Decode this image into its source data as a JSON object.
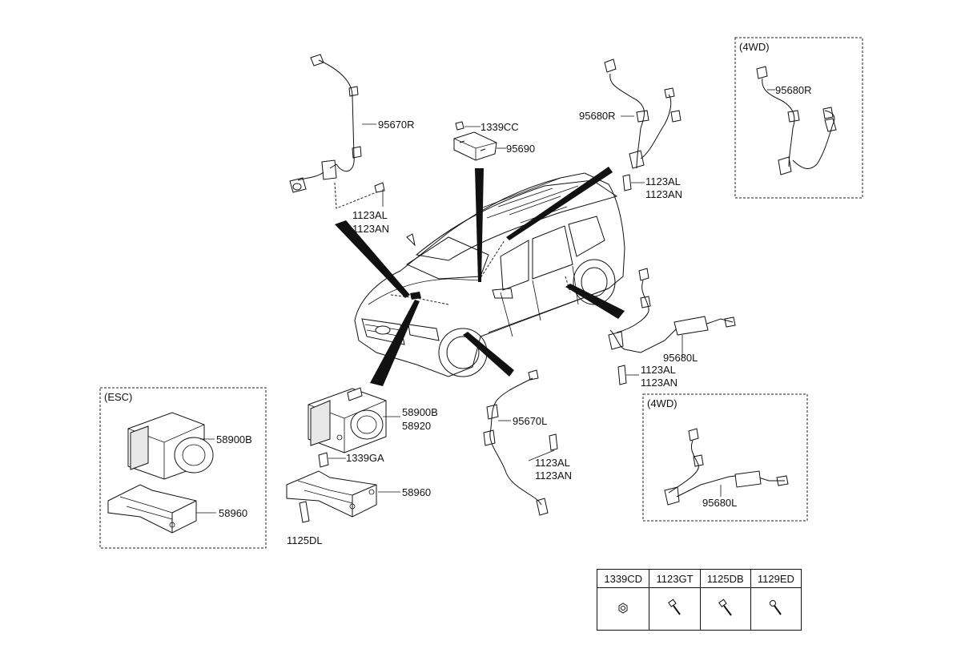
{
  "boxes": {
    "esc": {
      "title": "(ESC)",
      "labels": [
        "58900B",
        "58960"
      ]
    },
    "fwd_top": {
      "title": "(4WD)",
      "labels": [
        "95680R"
      ]
    },
    "fwd_bottom": {
      "title": "(4WD)",
      "labels": [
        "95680L"
      ]
    }
  },
  "labels": {
    "rear_right_sensor": "95670R",
    "bolt_a1": "1123AL",
    "bolt_a2": "1123AN",
    "nut_cc": "1339CC",
    "yaw_sensor": "95690",
    "front_right_sensor": "95680R",
    "bolt_b1": "1123AL",
    "bolt_b2": "1123AN",
    "front_left_sensor": "95680L",
    "bolt_c1": "1123AL",
    "bolt_c2": "1123AN",
    "hecu_1": "58900B",
    "hecu_2": "58920",
    "nut_ga": "1339GA",
    "bracket": "58960",
    "bolt_dl": "1125DL",
    "rear_left_sensor": "95670L",
    "bolt_d1": "1123AL",
    "bolt_d2": "1123AN"
  },
  "hardware_table": {
    "headers": [
      "1339CD",
      "1123GT",
      "1125DB",
      "1129ED"
    ],
    "icons": [
      "nut-icon",
      "bolt-icon",
      "bolt-icon",
      "bolt-icon"
    ]
  }
}
